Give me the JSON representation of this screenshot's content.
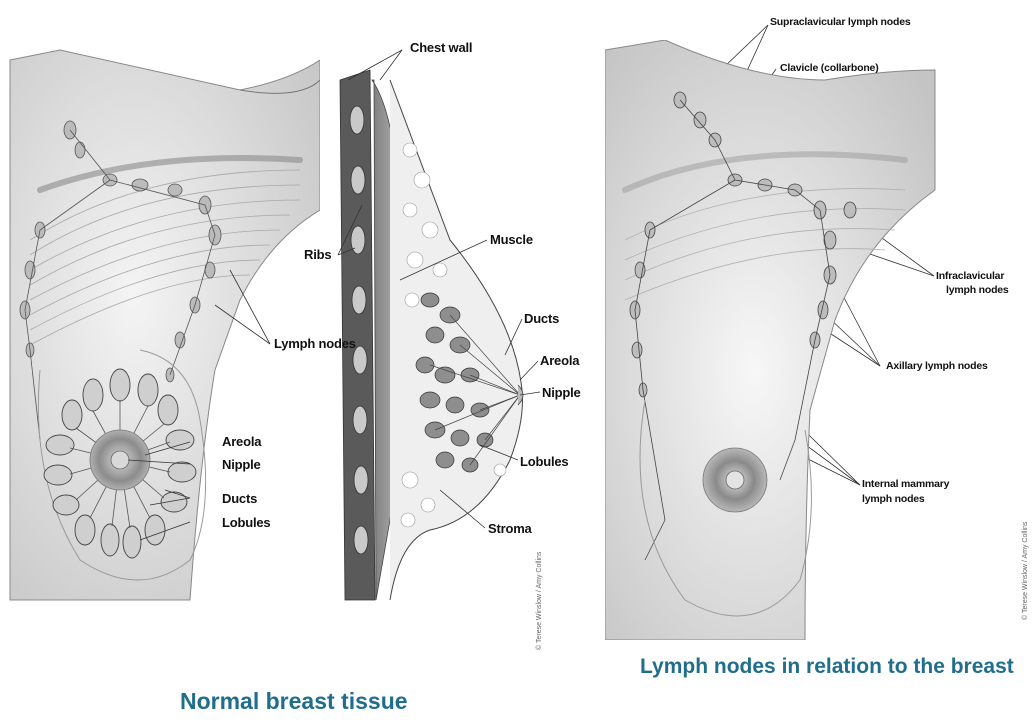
{
  "left_labels": {
    "chest_wall": "Chest wall",
    "ribs": "Ribs",
    "muscle": "Muscle",
    "lymph_nodes": "Lymph nodes",
    "ducts_side": "Ducts",
    "areola_side": "Areola",
    "nipple_side": "Nipple",
    "lobules_side": "Lobules",
    "stroma": "Stroma",
    "areola_front": "Areola",
    "nipple_front": "Nipple",
    "ducts_front": "Ducts",
    "lobules_front": "Lobules"
  },
  "right_labels": {
    "supraclavicular": "Supraclavicular lymph nodes",
    "clavicle": "Clavicle (collarbone)",
    "infraclavicular_1": "Infraclavicular",
    "infraclavicular_2": "lymph nodes",
    "axillary": "Axillary lymph nodes",
    "internal_mammary_1": "Internal mammary",
    "internal_mammary_2": "lymph nodes"
  },
  "captions": {
    "left": "Normal breast tissue",
    "right": "Lymph nodes in relation to the breast"
  },
  "copyright": {
    "left": "© Terese Winslow / Amy Collins",
    "right": "© Terese Winslow / Amy Collins"
  },
  "colors": {
    "caption": "#1f6e8c",
    "skin": "#e9e9e9",
    "shade": "#9a9a9a",
    "line": "#333333"
  }
}
